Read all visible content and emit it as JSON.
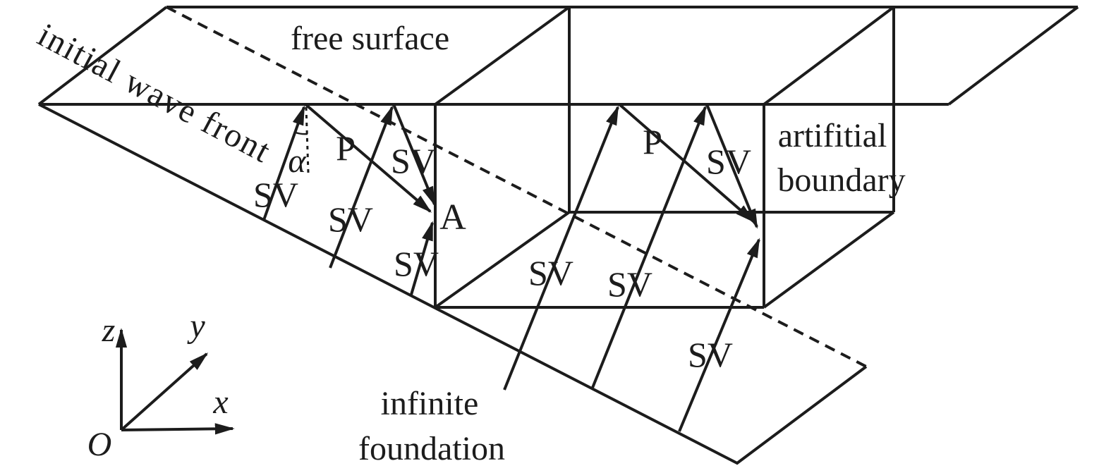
{
  "figure": {
    "background_color": "#ffffff",
    "line_color": "#1c1c1c",
    "labels": {
      "initial_wave_front": "initial wave front",
      "free_surface": "free surface",
      "artificial_boundary_line1": "artifitial",
      "artificial_boundary_line2": "boundary",
      "infinite_foundation_line1": "infinite",
      "infinite_foundation_line2": "foundation",
      "sv_wave": "SV",
      "p_wave": "P",
      "point_a": "A",
      "incidence_angle": "α"
    },
    "axes": {
      "origin": "O",
      "x_axis": "x",
      "y_axis": "y",
      "z_axis": "z"
    }
  }
}
